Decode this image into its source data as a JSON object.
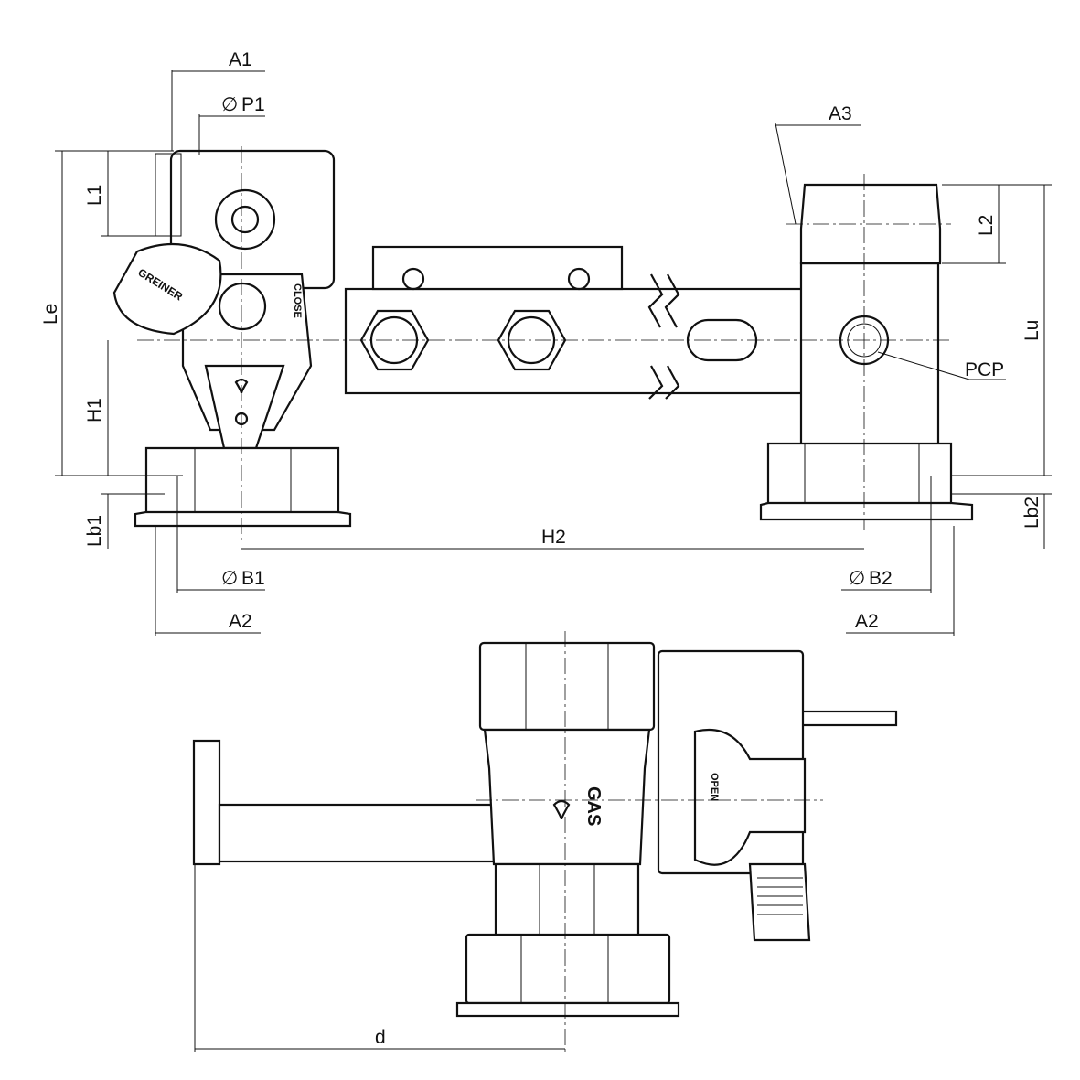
{
  "dimensions": {
    "a1": "A1",
    "p1": "P1",
    "a3": "A3",
    "l1": "L1",
    "l2": "L2",
    "le": "Le",
    "lu": "Lu",
    "h1": "H1",
    "pcp": "PCP",
    "lb1": "Lb1",
    "lb2": "Lb2",
    "h2": "H2",
    "b1": "B1",
    "b2": "B2",
    "a2_left": "A2",
    "a2_right": "A2",
    "d": "d",
    "diameter_symbol": "∅"
  },
  "markings": {
    "brand": "GREINER",
    "close": "CLOSE",
    "open": "OPEN",
    "gas": "GAS"
  }
}
